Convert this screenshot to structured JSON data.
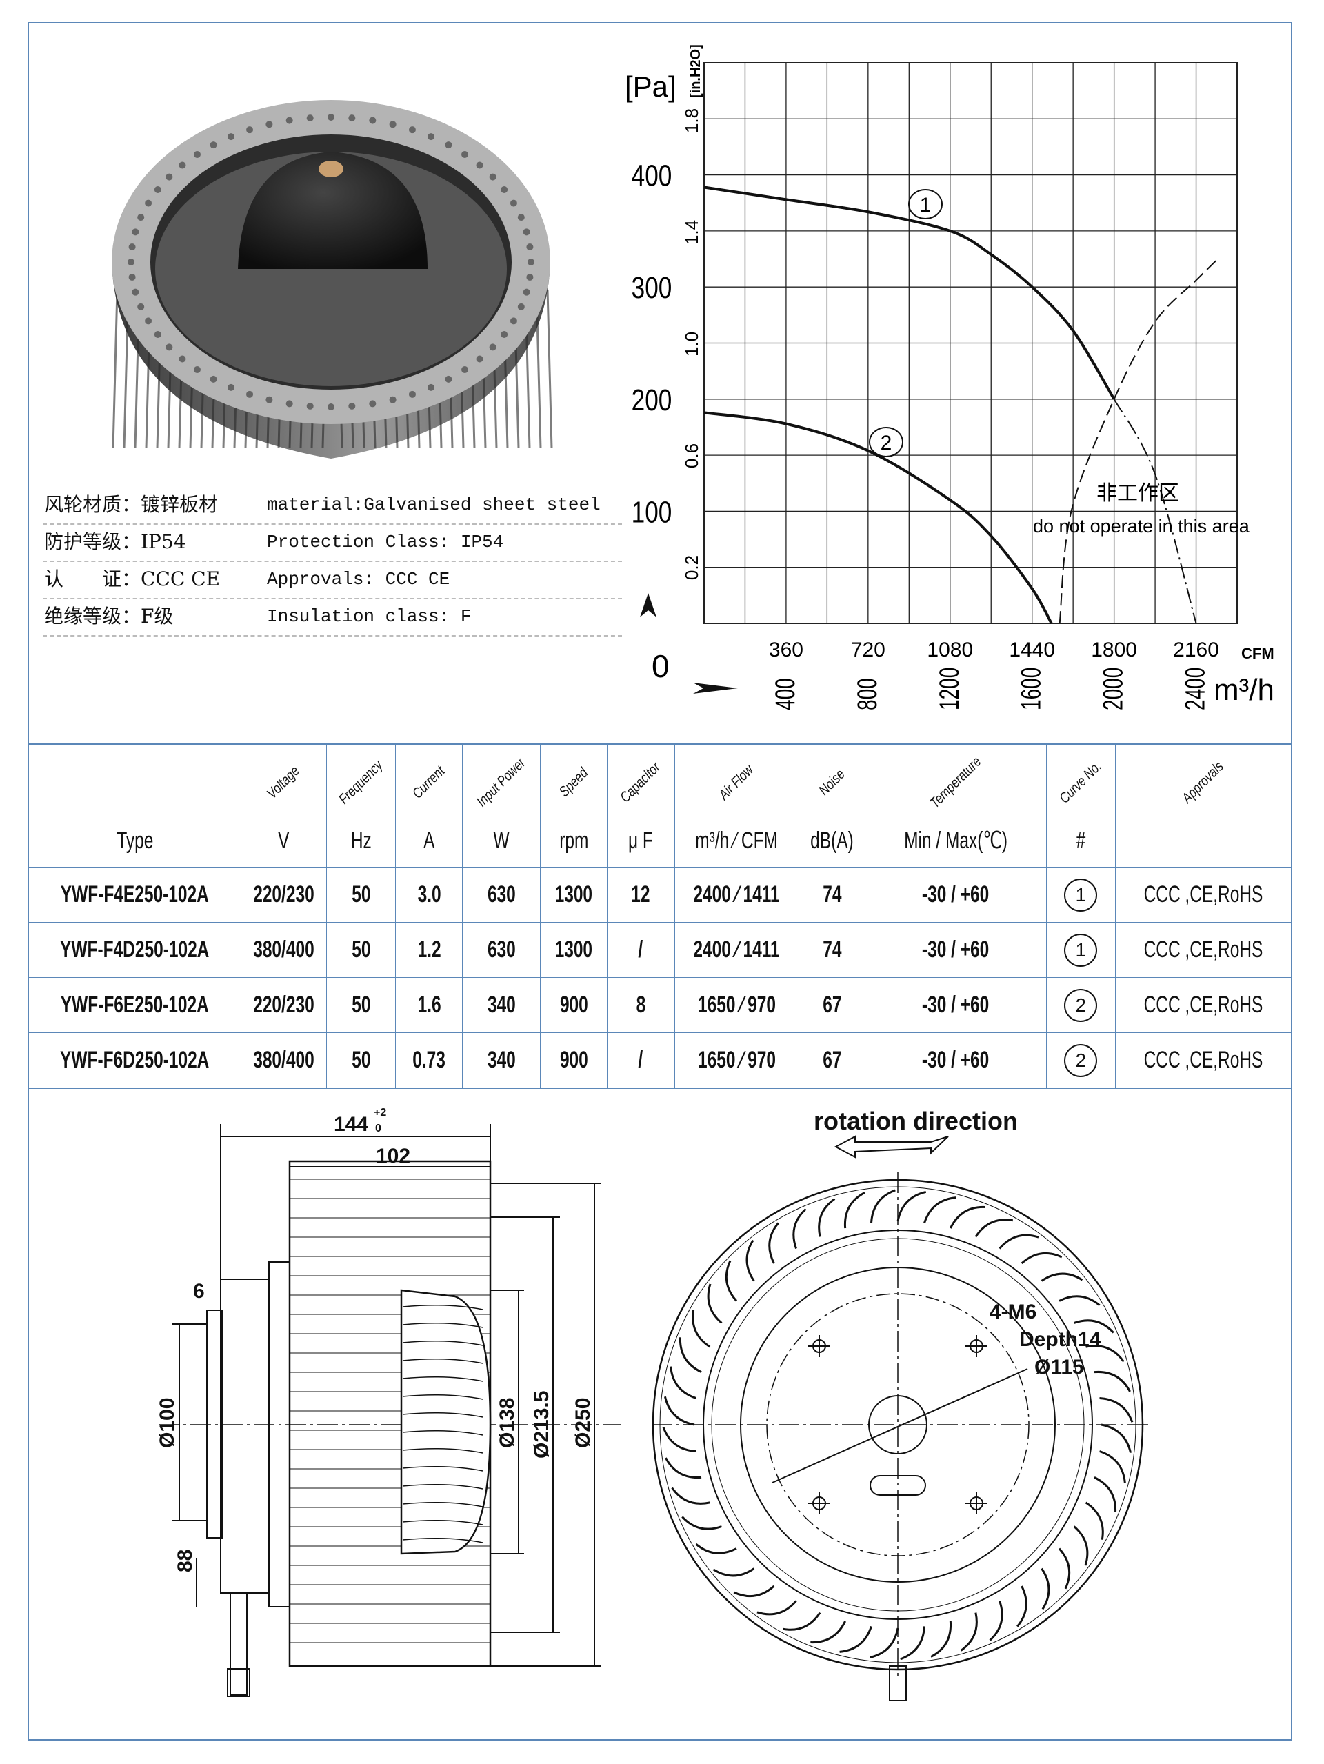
{
  "specs": [
    {
      "cn": "风轮材质：镀锌板材",
      "en": "material:Galvanised sheet steel"
    },
    {
      "cn": "防护等级：IP54",
      "en": "Protection Class: IP54"
    },
    {
      "cn": "认　　证：CCC CE",
      "en": "Approvals: CCC  CE"
    },
    {
      "cn": "绝缘等级：F级",
      "en": "Insulation class: F"
    }
  ],
  "chart_data": {
    "type": "line",
    "title": "",
    "ylabel": "[Pa]",
    "ylabel_secondary": "[in.H2O]",
    "xlabel": "CFM",
    "xlabel_secondary": "m³/h",
    "xlim": [
      0,
      2340
    ],
    "ylim": [
      0,
      500
    ],
    "grid": true,
    "y_ticks_pa": [
      "400",
      "300",
      "200",
      "100",
      "0"
    ],
    "y_ticks_pa_values": [
      400,
      300,
      200,
      100,
      0
    ],
    "y_ticks_inh2o": [
      "1.8",
      "1.4",
      "1.0",
      "0.6",
      "0.2"
    ],
    "y_ticks_inh2o_values": [
      1.8,
      1.4,
      1.0,
      0.6,
      0.2
    ],
    "x_ticks_cfm": [
      "360",
      "720",
      "1080",
      "1440",
      "1800",
      "2160"
    ],
    "x_ticks_cfm_values": [
      360,
      720,
      1080,
      1440,
      1800,
      2160
    ],
    "x_ticks_m3h": [
      "400",
      "800",
      "1200",
      "1600",
      "2000",
      "2400"
    ],
    "series": [
      {
        "name": "1",
        "style": "solid",
        "x": [
          0,
          360,
          720,
          1080,
          1260,
          1440,
          1620,
          1800
        ],
        "y": [
          389,
          378,
          367,
          350,
          329,
          300,
          261,
          200
        ]
      },
      {
        "name": "",
        "style": "dashdot",
        "x": [
          1800,
          1980,
          2160
        ],
        "y": [
          200,
          133,
          0
        ]
      },
      {
        "name": "2",
        "style": "solid",
        "x": [
          0,
          360,
          720,
          1080,
          1260,
          1440,
          1525
        ],
        "y": [
          188,
          178,
          154,
          110,
          78,
          31,
          0
        ]
      },
      {
        "name": "",
        "style": "dashed",
        "x": [
          1561,
          1612,
          1800,
          1980,
          2160,
          2255
        ],
        "y": [
          0,
          100,
          200,
          269,
          306,
          325
        ]
      }
    ],
    "annotation_cn": "非工作区",
    "annotation_en": "do not operate in this area"
  },
  "table": {
    "header_diag": [
      "Voltage",
      "Frequency",
      "Current",
      "Input Power",
      "Speed",
      "Capacitor",
      "Air Flow",
      "Noise",
      "Temperature",
      "Curve No.",
      "Approvals"
    ],
    "type_label": "Type",
    "units": [
      "V",
      "Hz",
      "A",
      "W",
      "rpm",
      "μ F",
      "m³/h ⁄ CFM",
      "dB(A)",
      "Min / Max(℃)",
      "#",
      ""
    ],
    "rows": [
      [
        "YWF-F4E250-102A",
        "220/230",
        "50",
        "3.0",
        "630",
        "1300",
        "12",
        "2400 ⁄ 1411",
        "74",
        "-30 / +60",
        "1",
        "CCC ,CE,RoHS"
      ],
      [
        "YWF-F4D250-102A",
        "380/400",
        "50",
        "1.2",
        "630",
        "1300",
        "/",
        "2400 ⁄ 1411",
        "74",
        "-30 / +60",
        "1",
        "CCC ,CE,RoHS"
      ],
      [
        "YWF-F6E250-102A",
        "220/230",
        "50",
        "1.6",
        "340",
        "900",
        "8",
        "1650 ⁄ 970",
        "67",
        "-30 / +60",
        "2",
        "CCC ,CE,RoHS"
      ],
      [
        "YWF-F6D250-102A",
        "380/400",
        "50",
        "0.73",
        "340",
        "900",
        "/",
        "1650 ⁄ 970",
        "67",
        "-30 / +60",
        "2",
        "CCC ,CE,RoHS"
      ]
    ]
  },
  "drawing": {
    "dim_144": "144",
    "dim_144_tol_upper": "+2",
    "dim_144_tol_lower": "0",
    "dim_102": "102",
    "dim_6": "6",
    "dim_d100": "Ø100",
    "dim_88": "88",
    "dim_d138": "Ø138",
    "dim_d213": "Ø213.5",
    "dim_d250": "Ø250",
    "rotation_label": "rotation direction",
    "hole_label": "4-M6",
    "depth_label": "Depth14",
    "pcd_label": "Ø115"
  },
  "colors": {
    "frame": "#5b87b8",
    "divider": "#5b87b8"
  }
}
